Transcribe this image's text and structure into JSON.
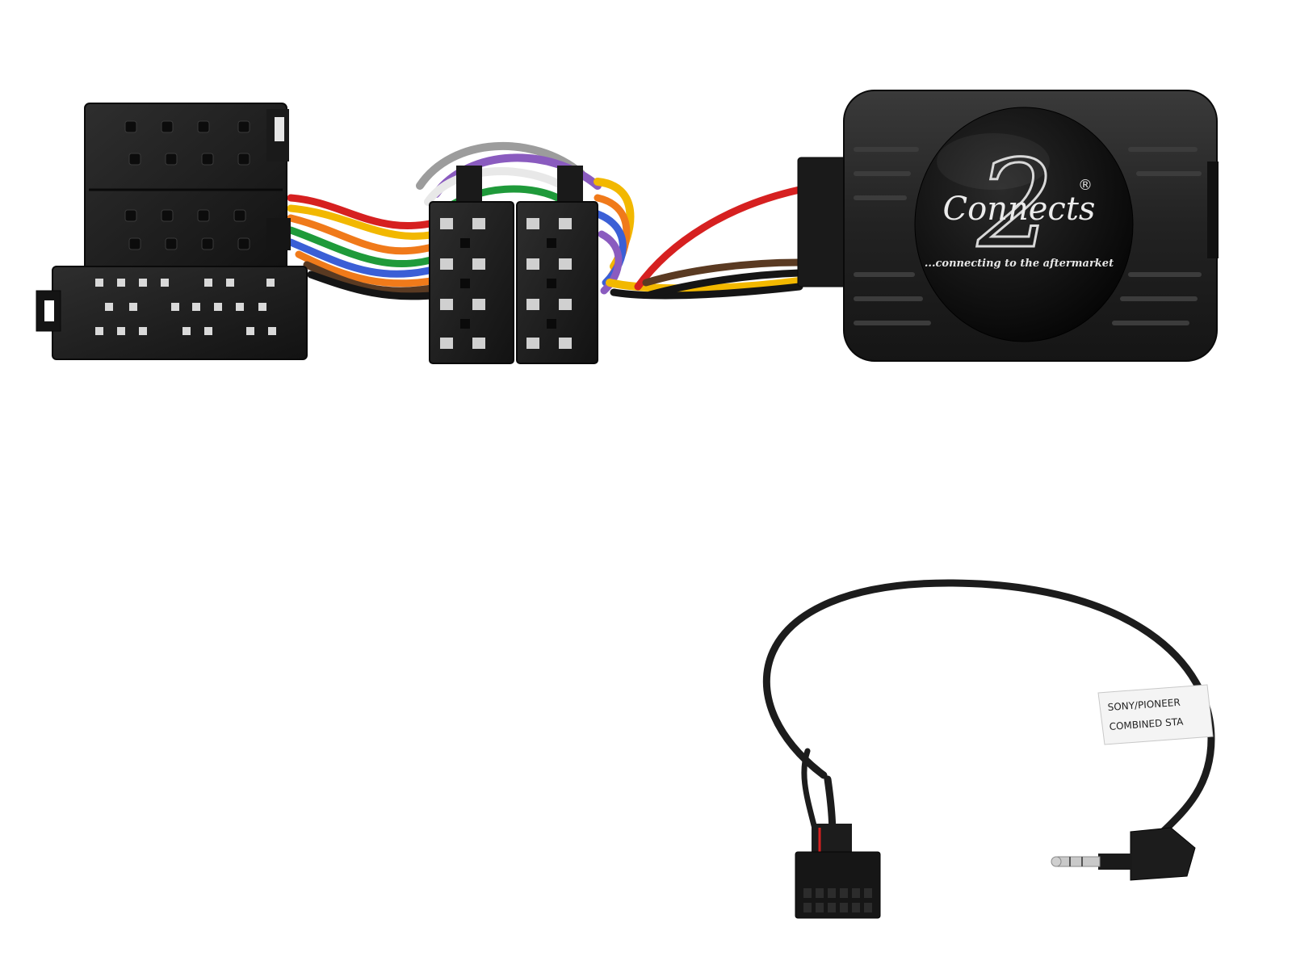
{
  "logo": {
    "brand_word": "Connects",
    "brand_digit": "2",
    "registered_mark": "®",
    "tagline": "...connecting to the aftermarket"
  },
  "patch_lead_label": {
    "line1": "SONY/PIONEER",
    "line2": "COMBINED STA"
  },
  "colors": {
    "background": "#ffffff",
    "plastic_black": "#1c1c1c",
    "module_black": "#262626",
    "wire_red": "#d62020",
    "wire_yellow": "#f2b800",
    "wire_orange": "#f07a1a",
    "wire_green": "#1f9a3a",
    "wire_blue": "#3b5fd6",
    "wire_purple": "#8a5bbf",
    "wire_grey": "#9c9c9c",
    "wire_white": "#e8e8e8",
    "wire_brown": "#5a3a22",
    "wire_black": "#151515"
  }
}
